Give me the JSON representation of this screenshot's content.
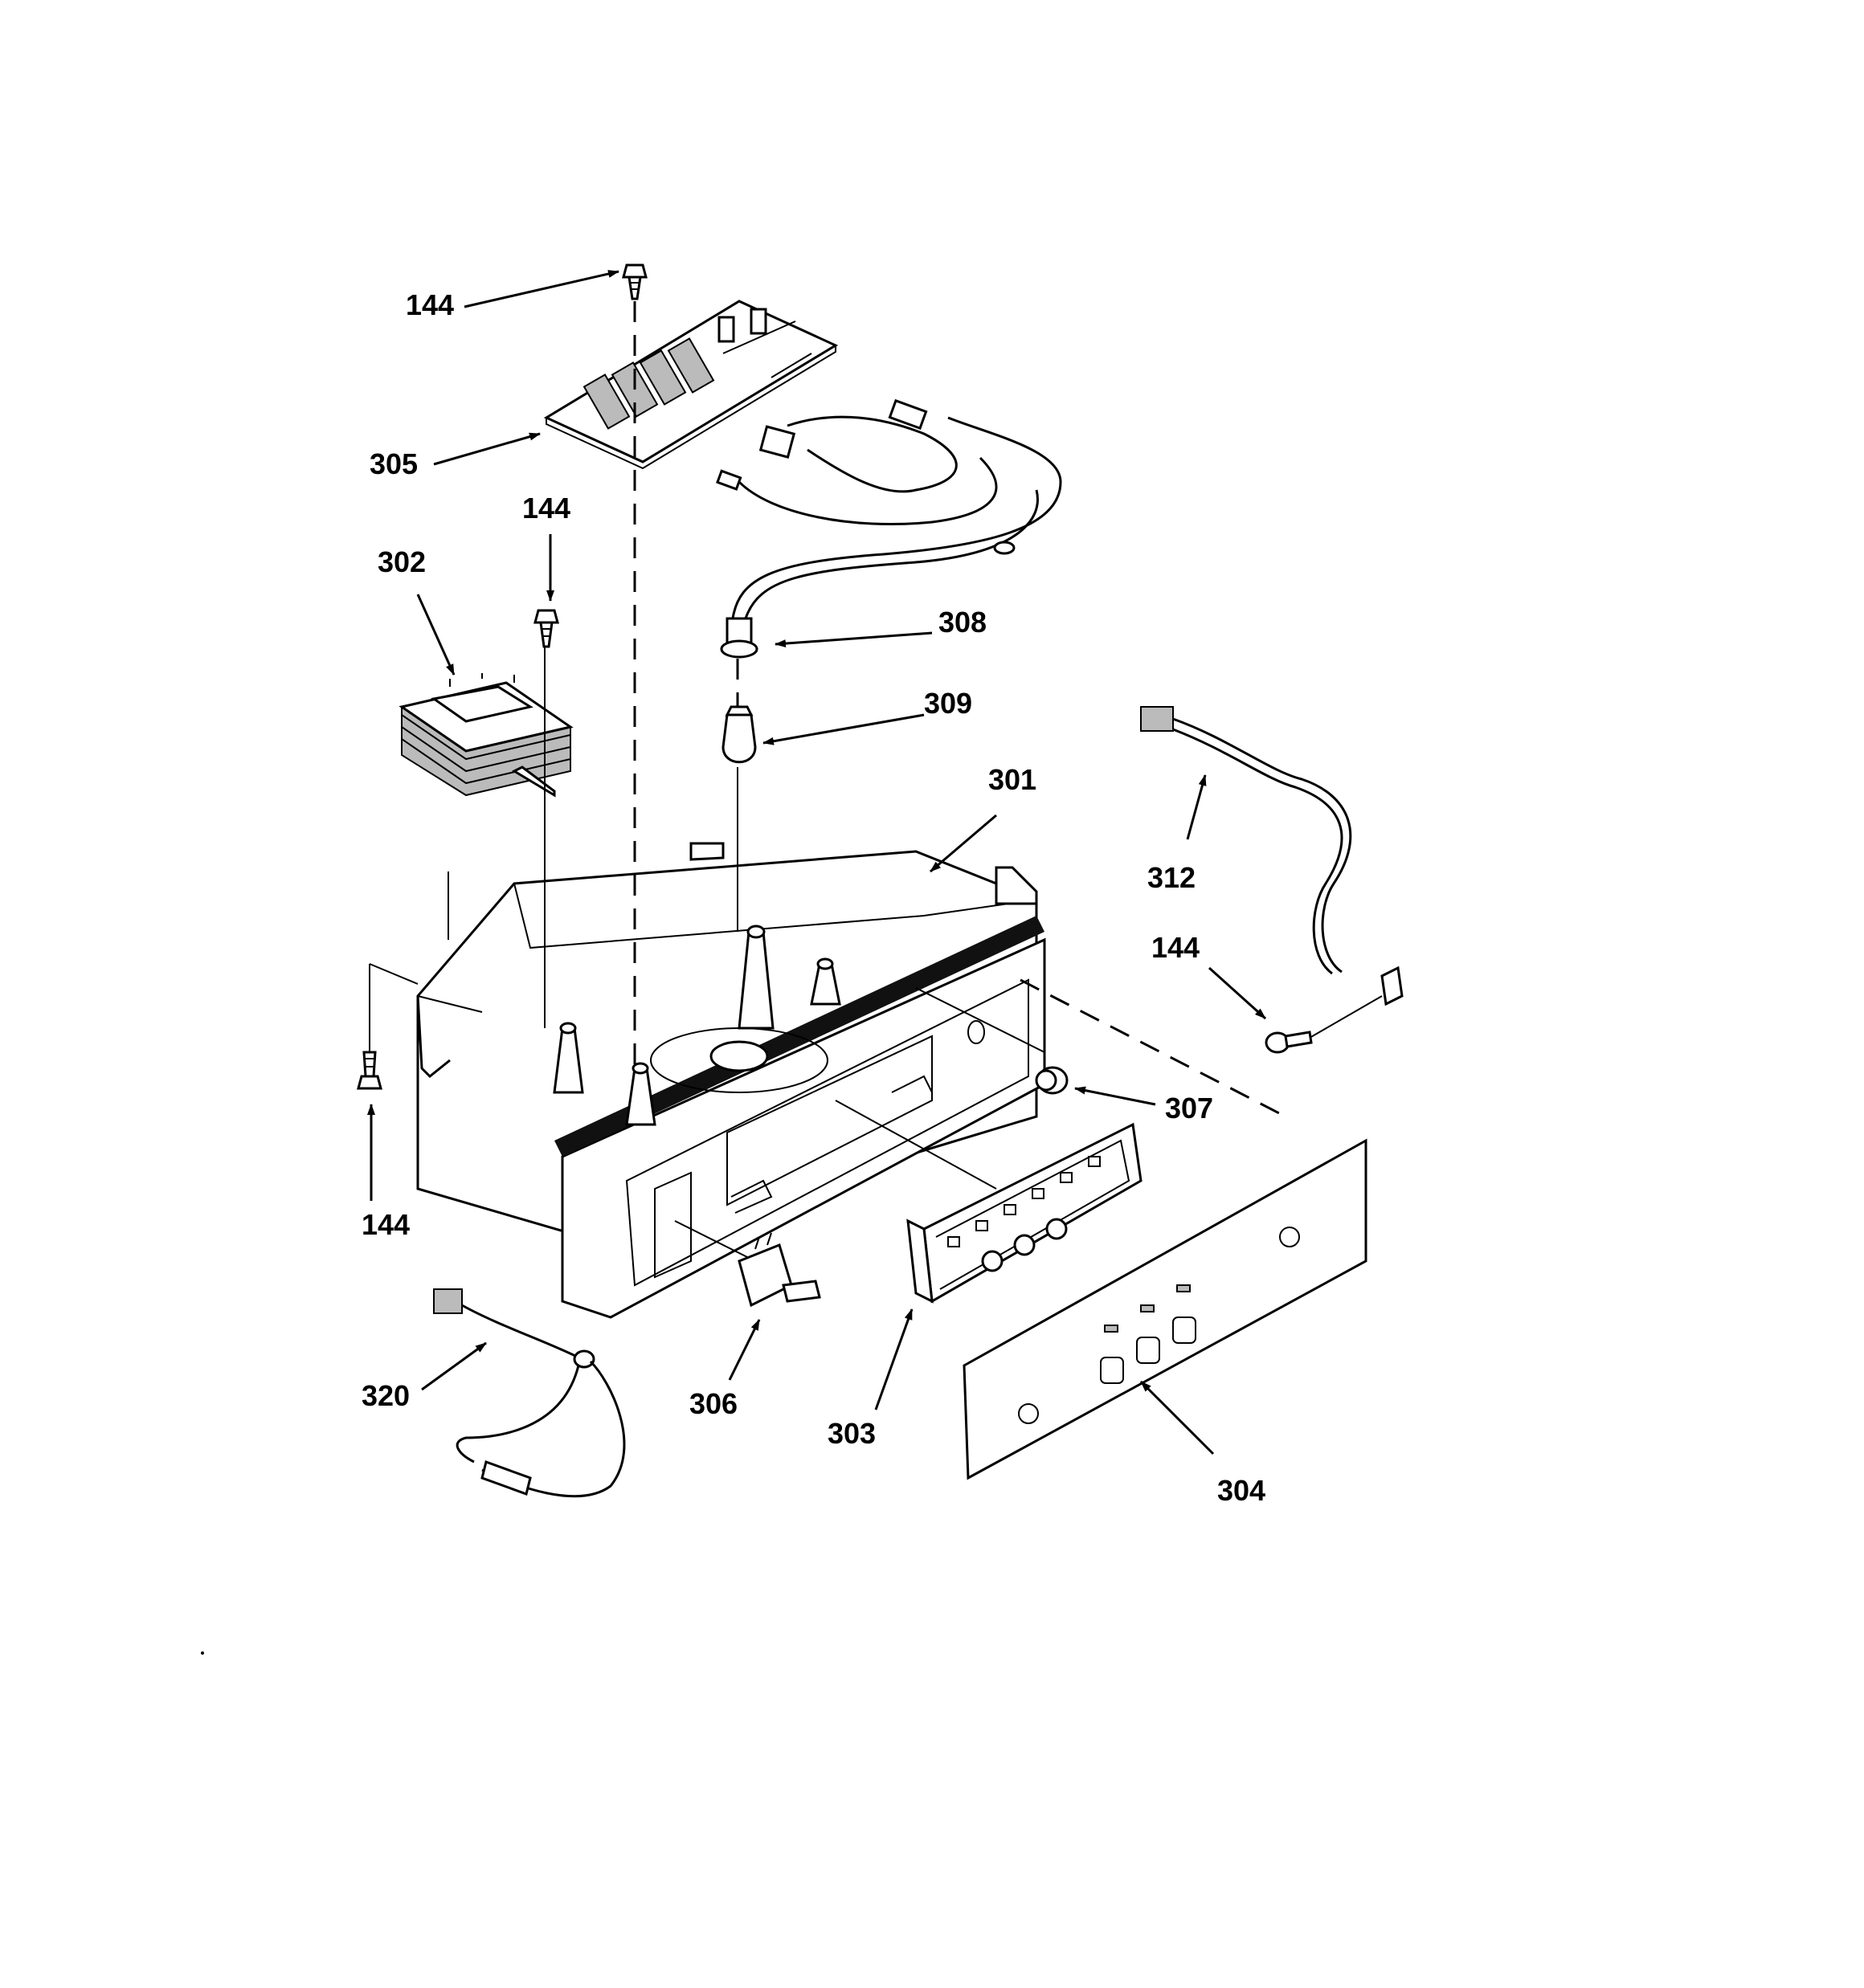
{
  "diagram": {
    "callouts": [
      {
        "id": "c144a",
        "text": "144"
      },
      {
        "id": "c305",
        "text": "305"
      },
      {
        "id": "c144b",
        "text": "144"
      },
      {
        "id": "c302",
        "text": "302"
      },
      {
        "id": "c308",
        "text": "308"
      },
      {
        "id": "c309",
        "text": "309"
      },
      {
        "id": "c301",
        "text": "301"
      },
      {
        "id": "c312",
        "text": "312"
      },
      {
        "id": "c144c",
        "text": "144"
      },
      {
        "id": "c307",
        "text": "307"
      },
      {
        "id": "c144d",
        "text": "144"
      },
      {
        "id": "c320",
        "text": "320"
      },
      {
        "id": "c306",
        "text": "306"
      },
      {
        "id": "c303",
        "text": "303"
      },
      {
        "id": "c304",
        "text": "304"
      }
    ]
  }
}
